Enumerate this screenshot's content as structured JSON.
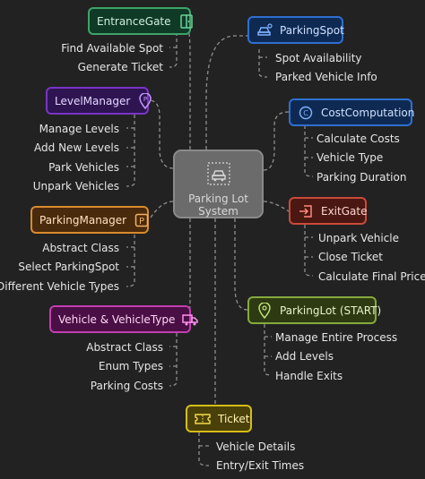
{
  "colors": {
    "background": "#222222",
    "connector": "#8f8f8f",
    "green": "#3fa36a",
    "blue": "#2f6fd0",
    "purple": "#7a35c4",
    "orange": "#d98a2e",
    "red": "#c94b3c",
    "lime": "#86a93d",
    "pink": "#c13fb1",
    "yellow": "#d6bd18"
  },
  "center": {
    "label_line1": "Parking Lot",
    "label_line2": "System",
    "icon": "car-icon"
  },
  "nodes": {
    "entrance_gate": {
      "label": "EntranceGate",
      "icon": "door-icon",
      "items": [
        "Find Available Spot",
        "Generate Ticket"
      ]
    },
    "parking_spot": {
      "label": "ParkingSpot",
      "icon": "car-spot-icon",
      "items": [
        "Spot Availability",
        "Parked Vehicle Info"
      ]
    },
    "level_manager": {
      "label": "LevelManager",
      "icon": "parking-pin-icon",
      "items": [
        "Manage Levels",
        "Add New Levels",
        "Park Vehicles",
        "Unpark Vehicles"
      ]
    },
    "cost_computation": {
      "label": "CostComputation",
      "icon": "coin-icon",
      "items": [
        "Calculate Costs",
        "Vehicle Type",
        "Parking Duration"
      ]
    },
    "parking_manager": {
      "label": "ParkingManager",
      "icon": "parking-sign-icon",
      "items": [
        "Abstract Class",
        "Select ParkingSpot",
        "Different Vehicle Types"
      ]
    },
    "exit_gate": {
      "label": "ExitGate",
      "icon": "exit-arrow-icon",
      "items": [
        "Unpark Vehicle",
        "Close Ticket",
        "Calculate Final Price"
      ]
    },
    "vehicle": {
      "label": "Vehicle & VehicleType",
      "icon": "truck-icon",
      "items": [
        "Abstract Class",
        "Enum Types",
        "Parking Costs"
      ]
    },
    "parking_lot": {
      "label": "ParkingLot (START)",
      "icon": "location-pin-icon",
      "items": [
        "Manage Entire Process",
        "Add Levels",
        "Handle Exits"
      ]
    },
    "ticket": {
      "label": "Ticket",
      "icon": "ticket-icon",
      "items": [
        "Vehicle Details",
        "Entry/Exit Times"
      ]
    }
  }
}
